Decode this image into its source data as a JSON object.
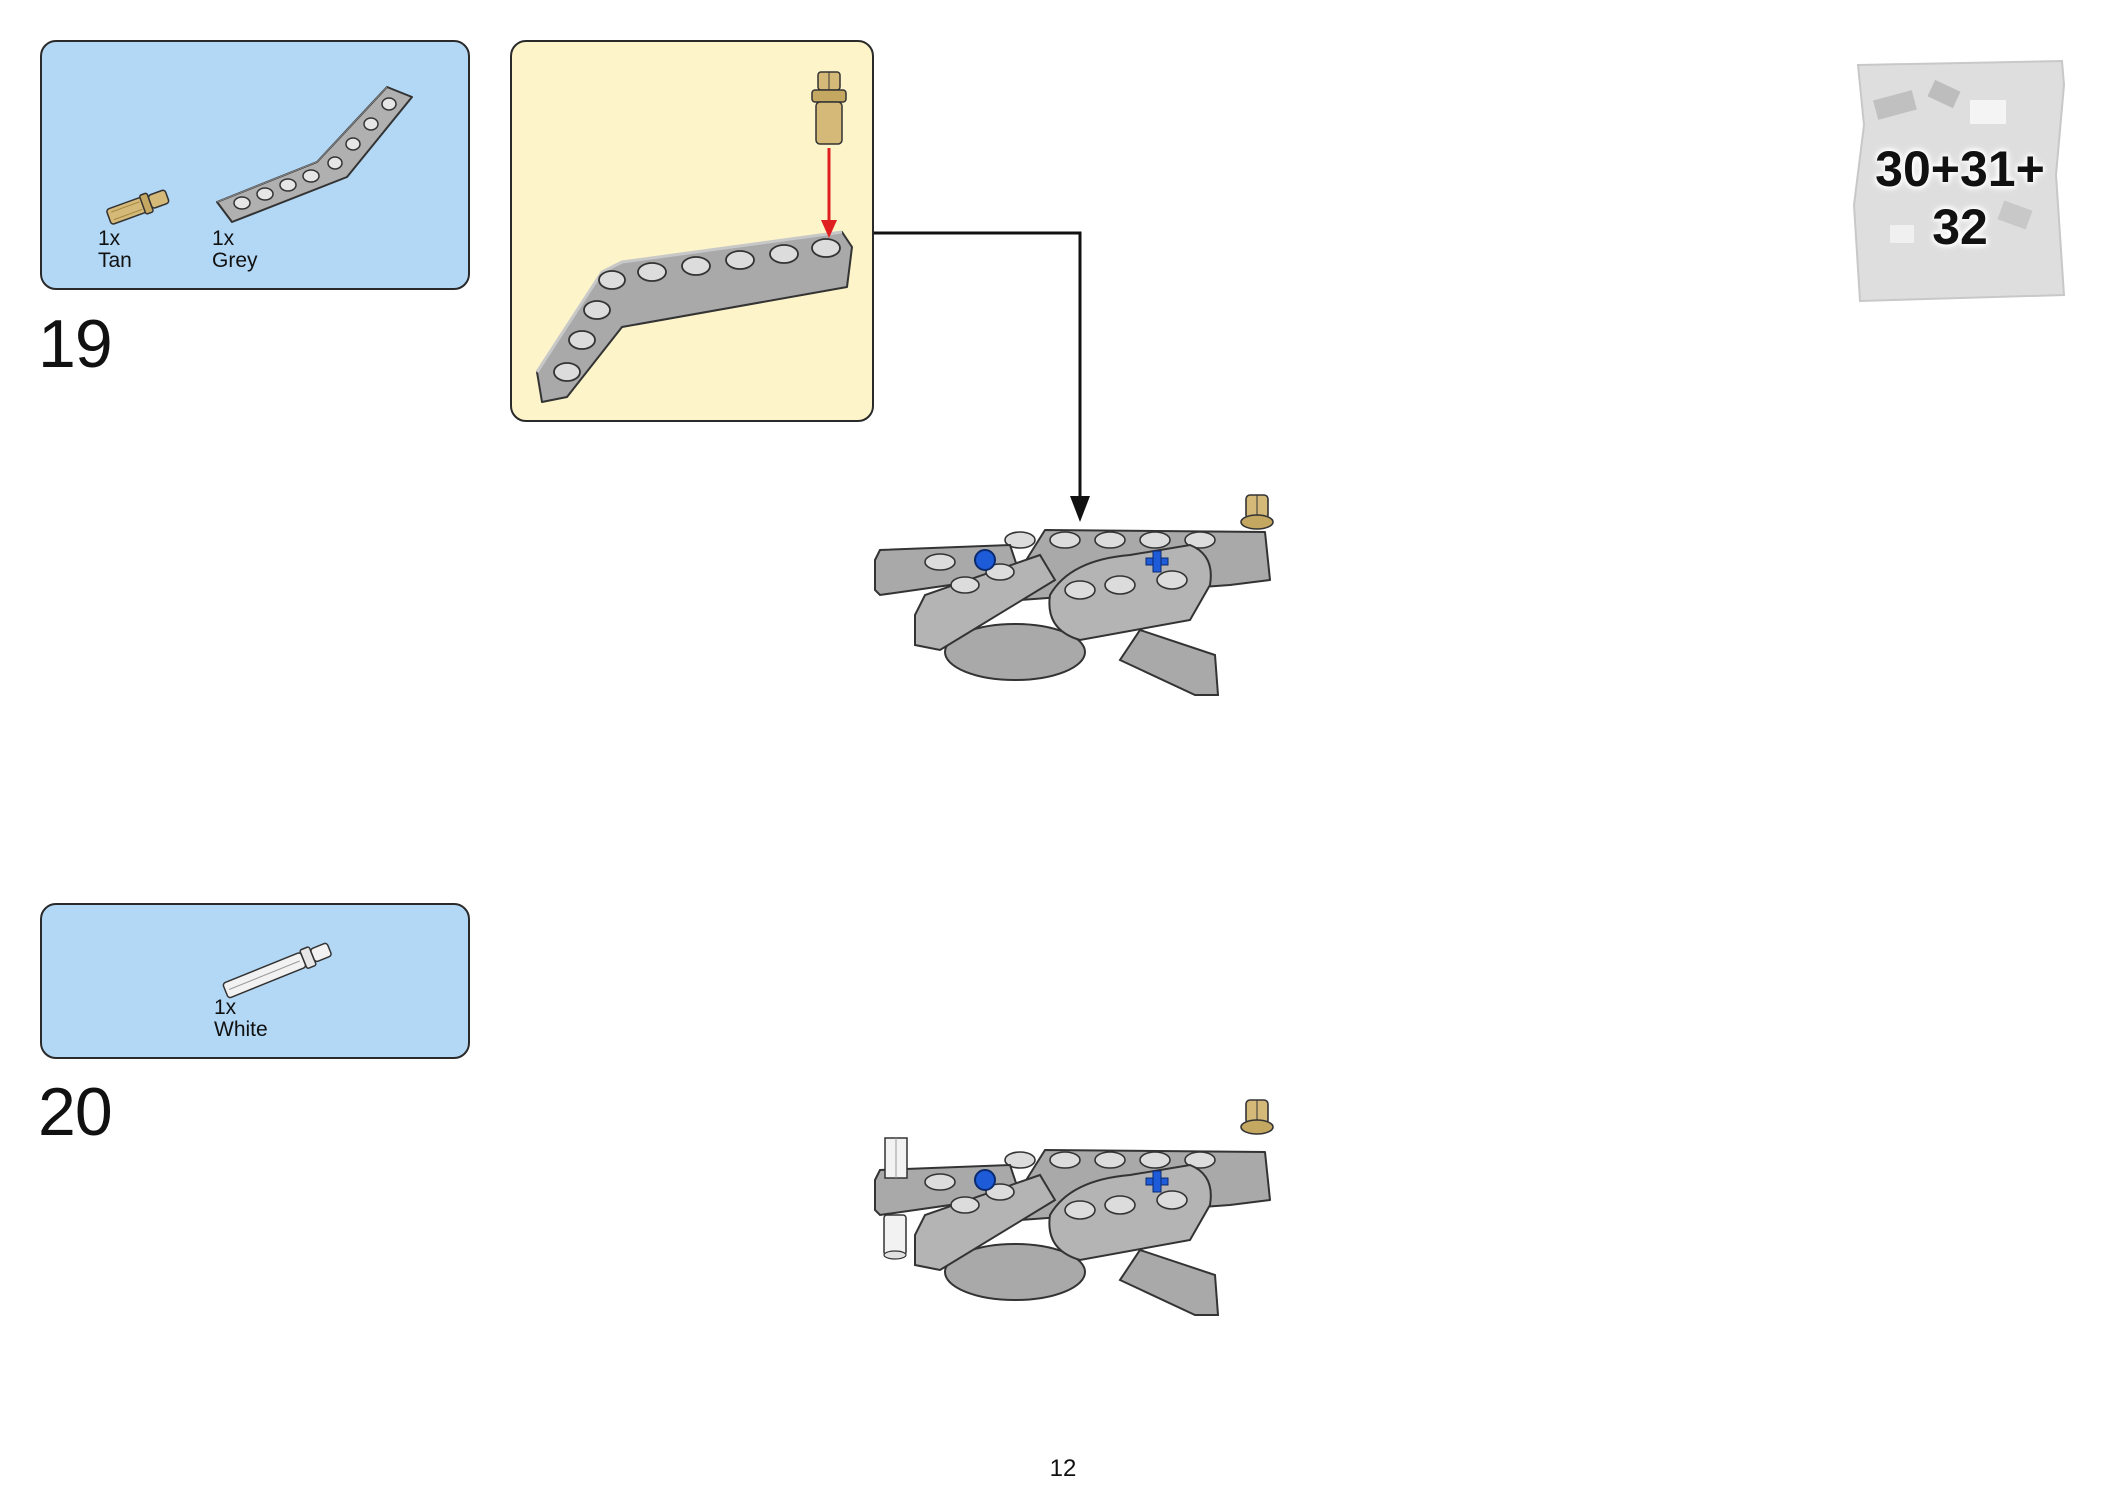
{
  "steps": [
    {
      "number": "19",
      "parts": [
        {
          "qty": "1x",
          "color": "Tan",
          "icon": "tan-pin-icon"
        },
        {
          "qty": "1x",
          "color": "Grey",
          "icon": "grey-bent-beam-icon"
        }
      ]
    },
    {
      "number": "20",
      "parts": [
        {
          "qty": "1x",
          "color": "White",
          "icon": "white-axle-icon"
        }
      ]
    }
  ],
  "bag": {
    "line1": "30+31+",
    "line2": "32"
  },
  "page_number": "12",
  "colors": {
    "parts_box": "#b3d8f5",
    "subassembly_box": "#fdf4c9",
    "beam_grey": "#a9a9a9",
    "pin_tan": "#d4b978",
    "arrow_red": "#e02020",
    "connector_blue": "#1e5bd8"
  }
}
